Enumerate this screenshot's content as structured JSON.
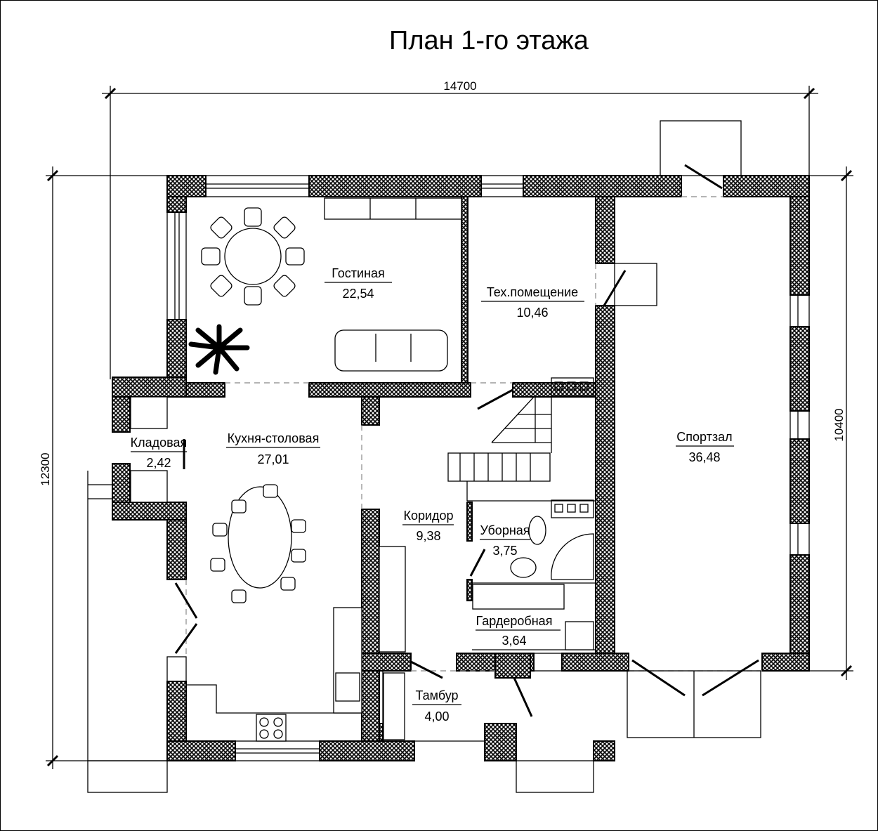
{
  "title": "План 1-го этажа",
  "dimensions": {
    "width_total": "14700",
    "height_total": "12300",
    "height_right": "10400"
  },
  "rooms": [
    {
      "name": "Гостиная",
      "area": "22,54"
    },
    {
      "name": "Тех.помещение",
      "area": "10,46"
    },
    {
      "name": "Спортзал",
      "area": "36,48"
    },
    {
      "name": "Кладовая",
      "area": "2,42"
    },
    {
      "name": "Кухня-столовая",
      "area": "27,01"
    },
    {
      "name": "Коридор",
      "area": "9,38"
    },
    {
      "name": "Уборная",
      "area": "3,75"
    },
    {
      "name": "Гардеробная",
      "area": "3,64"
    },
    {
      "name": "Тамбур",
      "area": "4,00"
    }
  ]
}
